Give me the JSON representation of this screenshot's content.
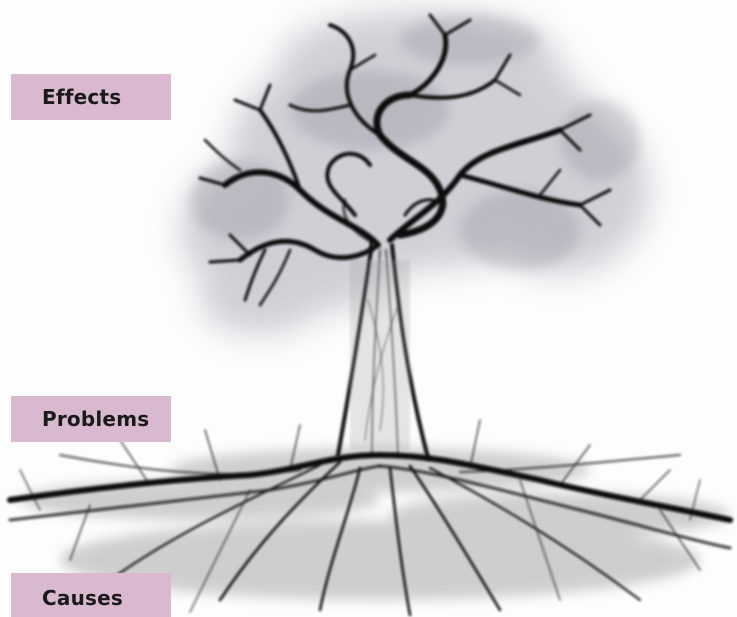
{
  "labels": {
    "effects": "Effects",
    "problems": "Problems",
    "causes": "Causes"
  },
  "colors": {
    "label_background": "#d9b9cf",
    "label_text": "#1a1a1a",
    "ink": "#111111",
    "foliage": "#8c8698"
  }
}
